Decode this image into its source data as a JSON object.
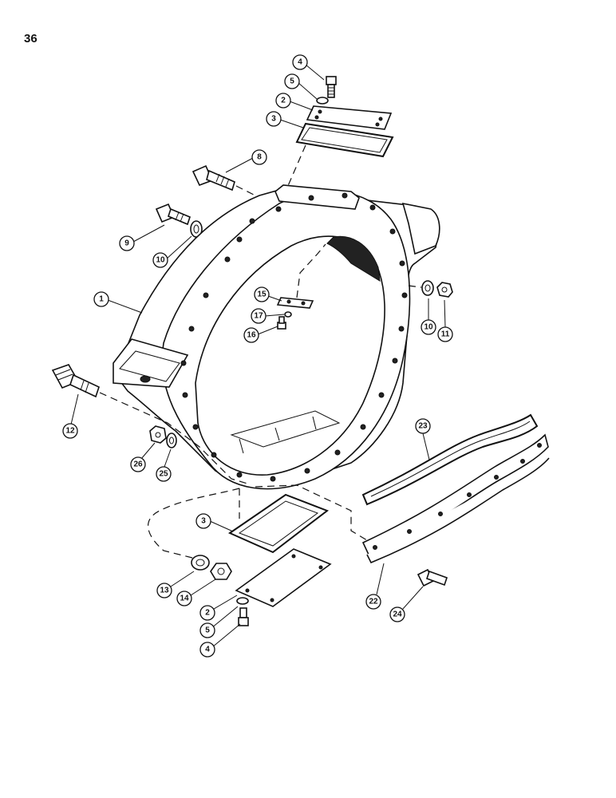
{
  "page": {
    "number": "36"
  },
  "callouts": [
    {
      "label": "4"
    },
    {
      "label": "5"
    },
    {
      "label": "2"
    },
    {
      "label": "3"
    },
    {
      "label": "8"
    },
    {
      "label": "9"
    },
    {
      "label": "10"
    },
    {
      "label": "1"
    },
    {
      "label": "15"
    },
    {
      "label": "17"
    },
    {
      "label": "16"
    },
    {
      "label": "10"
    },
    {
      "label": "11"
    },
    {
      "label": "12"
    },
    {
      "label": "26"
    },
    {
      "label": "25"
    },
    {
      "label": "23"
    },
    {
      "label": "3"
    },
    {
      "label": "13"
    },
    {
      "label": "14"
    },
    {
      "label": "2"
    },
    {
      "label": "5"
    },
    {
      "label": "4"
    },
    {
      "label": "22"
    },
    {
      "label": "24"
    }
  ]
}
